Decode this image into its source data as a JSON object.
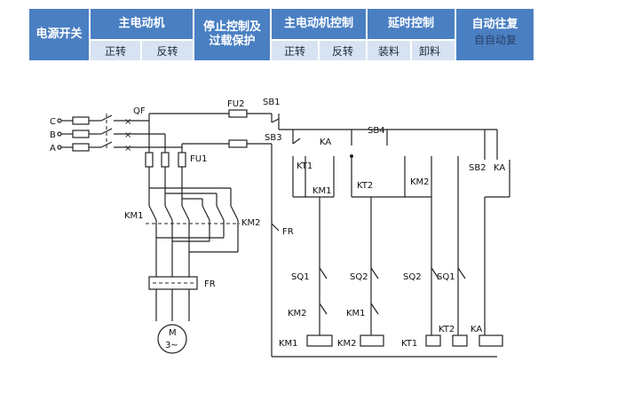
{
  "header": {
    "row1": [
      "电源开关",
      "主电动机",
      "停止控制及过载保护",
      "主电动机控制",
      "延时控制",
      "自动往复"
    ],
    "row2": [
      "正转",
      "反转",
      "正转",
      "反转",
      "装料",
      "卸料"
    ],
    "overlay": "自自动复"
  },
  "diagram": {
    "phases": [
      "C",
      "B",
      "A"
    ],
    "labels": {
      "qf": "QF",
      "fu2": "FU2",
      "fu1": "FU1",
      "sb1": "SB1",
      "sb3": "SB3",
      "ka_top": "KA",
      "sb4": "SB4",
      "kt1_top": "KT1",
      "km1_mid": "KM1",
      "kt2_mid": "KT2",
      "km2_mid": "KM2",
      "sb2": "SB2",
      "ka_right": "KA",
      "km1_main": "KM1",
      "km2_main": "KM2",
      "fr_ol": "FR",
      "fr_relay": "FR",
      "motor_m": "M",
      "motor_3": "3~",
      "sq1_a": "SQ1",
      "sq2_a": "SQ2",
      "sq2_b": "SQ2",
      "sq1_b": "SQ1",
      "km2_b": "KM2",
      "km1_b": "KM1",
      "coil_km1": "KM1",
      "coil_km2": "KM2",
      "coil_kt1": "KT1",
      "coil_kt2": "KT2",
      "coil_ka": "KA"
    }
  }
}
